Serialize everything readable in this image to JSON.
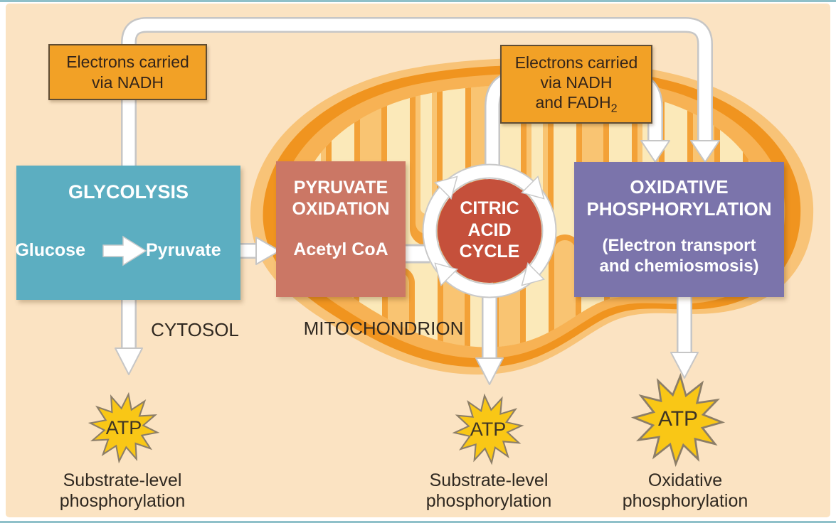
{
  "electrons_left": {
    "line1": "Electrons carried",
    "line2": "via NADH"
  },
  "electrons_right": {
    "line1": "Electrons carried",
    "line2": "via NADH",
    "line3": "and FADH",
    "line3_sub": "2"
  },
  "glycolysis": {
    "title": "GLYCOLYSIS",
    "input": "Glucose",
    "output": "Pyruvate"
  },
  "pyruvate_oxidation": {
    "title1": "PYRUVATE",
    "title2": "OXIDATION",
    "product": "Acetyl CoA"
  },
  "citric_acid_cycle": {
    "line1": "CITRIC",
    "line2": "ACID",
    "line3": "CYCLE"
  },
  "oxidative_phosphorylation": {
    "title1": "OXIDATIVE",
    "title2": "PHOSPHORYLATION",
    "sub1": "(Electron transport",
    "sub2": "and chemiosmosis)"
  },
  "regions": {
    "cytosol": "CYTOSOL",
    "mitochondrion": "MITOCHONDRION"
  },
  "atp": {
    "left": "ATP",
    "middle": "ATP",
    "right": "ATP"
  },
  "outcomes": {
    "left1": "Substrate-level",
    "left2": "phosphorylation",
    "middle1": "Substrate-level",
    "middle2": "phosphorylation",
    "right1": "Oxidative",
    "right2": "phosphorylation"
  },
  "palette": {
    "background_peach": "#fbe3c2",
    "edge_rule_teal": "#8fc0c9",
    "carrier_box_orange": "#f2a126",
    "carrier_box_border": "#5f4d35",
    "glycolysis_teal": "#5caec1",
    "pyruvate_salmon": "#cb7765",
    "citric_cycle_red": "#c5503b",
    "oxphos_purple": "#7b74ab",
    "atp_yellow": "#f9c716",
    "atp_outline": "#8c7e68",
    "mito_outer_halo": "#f8c377",
    "mito_outer_membrane": "#f0941f",
    "mito_inner_band": "#f7b254",
    "mito_matrix_cream": "#fbe9b9",
    "cristae_orange": "#f3a137",
    "pipe_white": "#ffffff",
    "pipe_edge_gray": "#c6c6c6",
    "dark_text": "#2f2820"
  }
}
